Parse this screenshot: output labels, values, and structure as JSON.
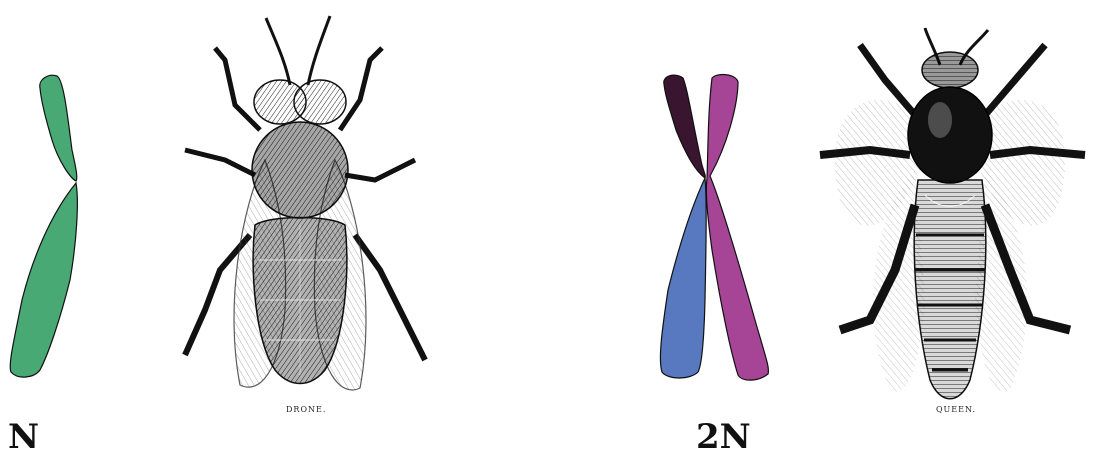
{
  "left": {
    "ploidy_label": "N",
    "insect_caption": "DRONE.",
    "chromosome_color": "#48a975",
    "insect_name": "drone-bee-engraving"
  },
  "right": {
    "ploidy_label": "2N",
    "insect_caption": "QUEEN.",
    "chromosome_colors": {
      "top_left": "#3a1530",
      "bottom_left": "#5878bf",
      "right": "#a64596"
    },
    "insect_name": "queen-bee-engraving"
  }
}
